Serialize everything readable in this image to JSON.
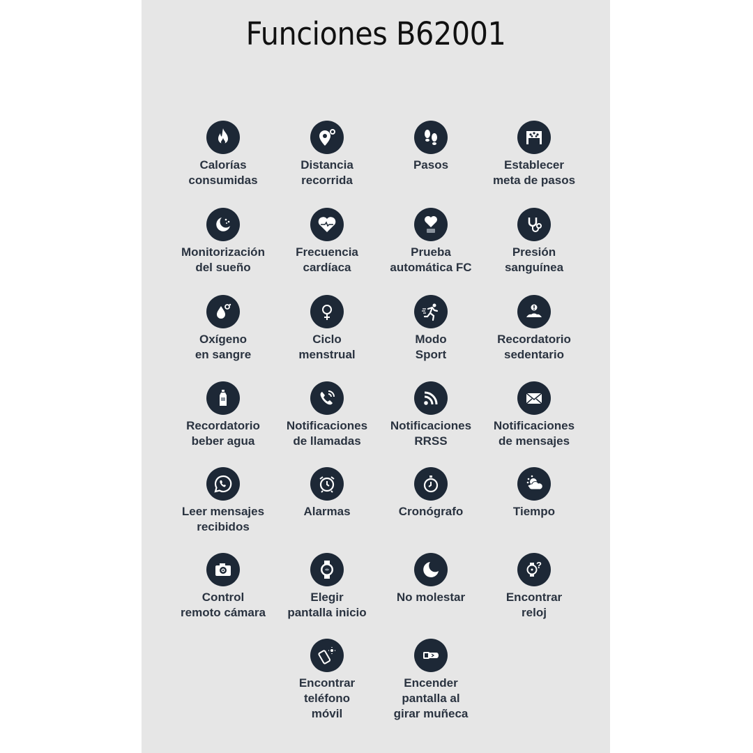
{
  "title": "Funciones B62001",
  "colors": {
    "panel_bg": "#e6e6e6",
    "icon_bg": "#1d2836",
    "icon_fg": "#ffffff",
    "label": "#2a3340",
    "title": "#111111"
  },
  "features": [
    {
      "label": "Calorías\nconsumidas",
      "icon": "flame-icon"
    },
    {
      "label": "Distancia\nrecorrida",
      "icon": "location-pin-icon"
    },
    {
      "label": "Pasos",
      "icon": "footprints-icon"
    },
    {
      "label": "Establecer\nmeta de pasos",
      "icon": "goal-board-icon"
    },
    {
      "label": "Monitorización\ndel sueño",
      "icon": "moon-stars-icon"
    },
    {
      "label": "Frecuencia\ncardíaca",
      "icon": "heart-pulse-icon"
    },
    {
      "label": "Prueba\nautomática FC",
      "icon": "heart-auto-icon"
    },
    {
      "label": "Presión\nsanguínea",
      "icon": "stethoscope-icon"
    },
    {
      "label": "Oxígeno\nen sangre",
      "icon": "oxygen-drop-icon"
    },
    {
      "label": "Ciclo\nmenstrual",
      "icon": "female-moon-icon"
    },
    {
      "label": "Modo\nSport",
      "icon": "running-icon"
    },
    {
      "label": "Recordatorio\nsedentario",
      "icon": "sedentary-alert-icon"
    },
    {
      "label": "Recordatorio\nbeber agua",
      "icon": "water-bottle-icon"
    },
    {
      "label": "Notificaciones\nde llamadas",
      "icon": "phone-ring-icon"
    },
    {
      "label": "Notificaciones\nRRSS",
      "icon": "rss-icon"
    },
    {
      "label": "Notificaciones\nde mensajes",
      "icon": "envelope-icon"
    },
    {
      "label": "Leer mensajes\nrecibidos",
      "icon": "whatsapp-icon"
    },
    {
      "label": "Alarmas",
      "icon": "alarm-clock-icon"
    },
    {
      "label": "Cronógrafo",
      "icon": "stopwatch-icon"
    },
    {
      "label": "Tiempo",
      "icon": "weather-icon"
    },
    {
      "label": "Control\nremoto cámara",
      "icon": "camera-icon"
    },
    {
      "label": "Elegir\npantalla inicio",
      "icon": "watch-face-icon"
    },
    {
      "label": "No molestar",
      "icon": "crescent-moon-icon"
    },
    {
      "label": "Encontrar\nreloj",
      "icon": "find-watch-icon"
    },
    {
      "label": "Encontrar\nteléfono\nmóvil",
      "icon": "find-phone-icon"
    },
    {
      "label": "Encender\npantalla al\ngirar muñeca",
      "icon": "wrist-raise-icon"
    }
  ]
}
